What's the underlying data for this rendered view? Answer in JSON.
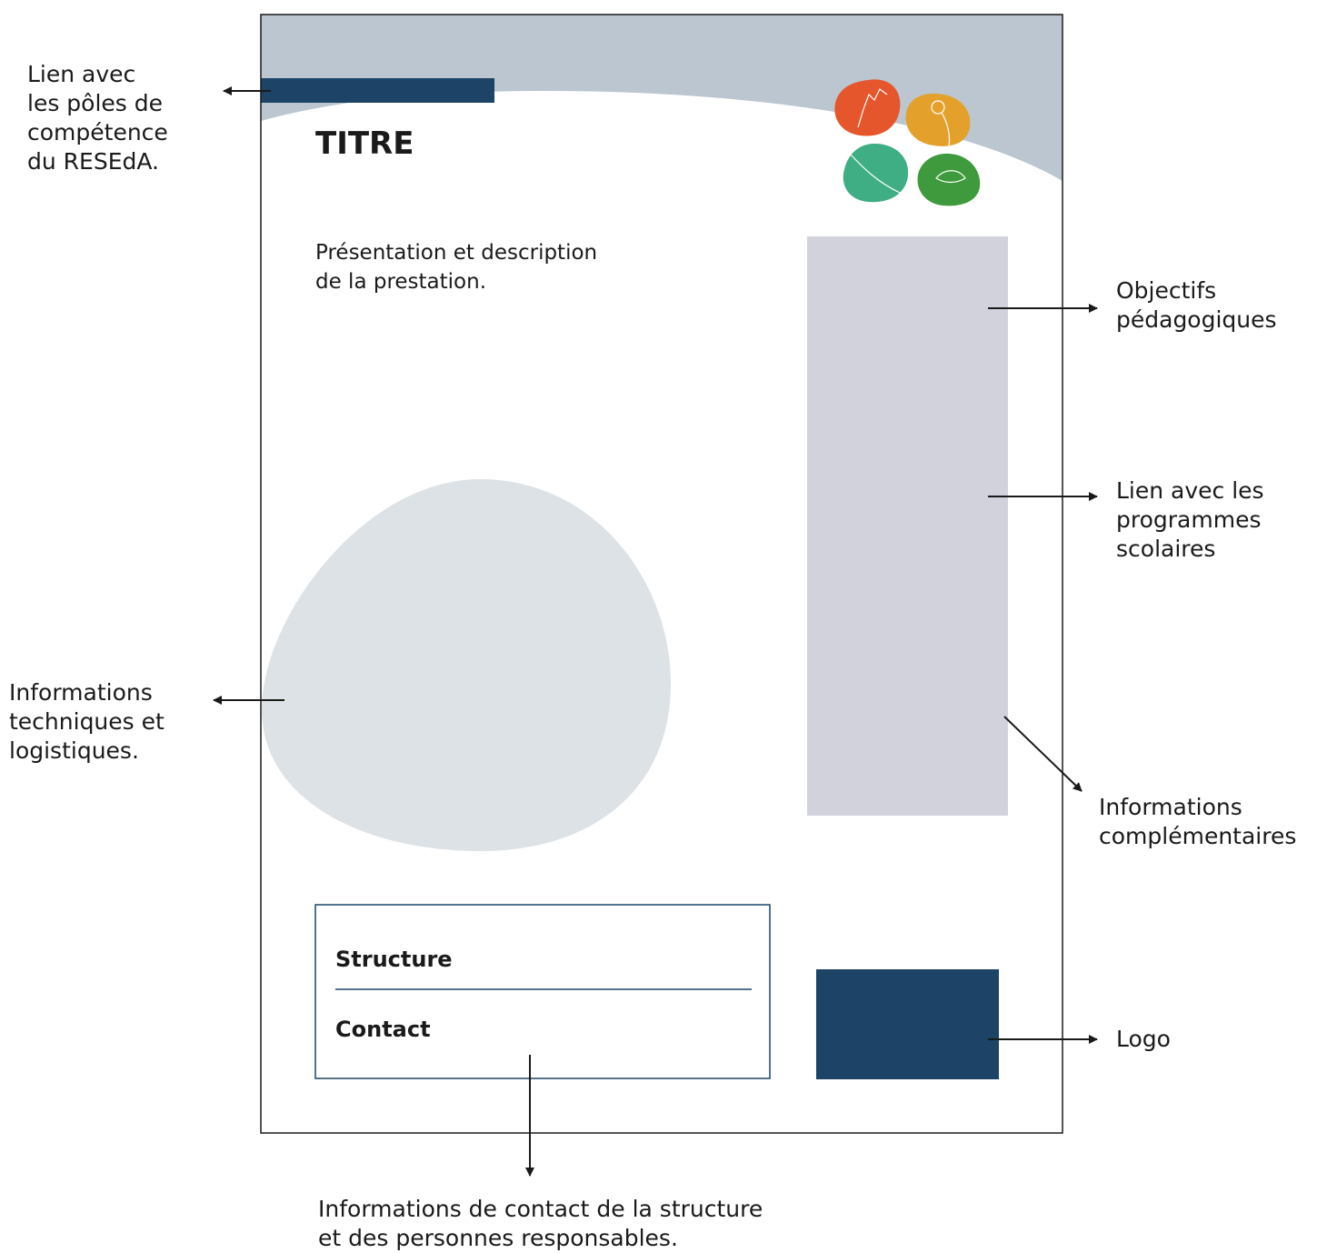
{
  "page": {
    "title": "TITRE",
    "description": [
      "Présentation et description",
      "de la prestation."
    ],
    "contact_box": {
      "structure_label": "Structure",
      "contact_label": "Contact"
    }
  },
  "annotations": {
    "poles": [
      "Lien avec",
      "les pôles de",
      "compétence",
      "du RESEdA."
    ],
    "objectifs": [
      "Objectifs",
      "pédagogiques"
    ],
    "programmes": [
      "Lien avec les",
      "programmes",
      "scolaires"
    ],
    "infos_techniques": [
      "Informations",
      "techniques et",
      "logistiques."
    ],
    "infos_complementaires": [
      "Informations",
      "complémentaires"
    ],
    "logo": "Logo",
    "contact_info": [
      "Informations de contact de la structure",
      "et des personnes responsables."
    ]
  },
  "colors": {
    "header_band": "#bbc6d0",
    "navy": "#1d4466",
    "side_panel": "#d1d2dc",
    "blob": "#dde2e6",
    "border": "#1a1a1a",
    "stone_red": "#e5562c",
    "stone_orange": "#e3a12c",
    "stone_teal": "#3fae84",
    "stone_green": "#3e9a3c"
  },
  "icons": {
    "pole_logo": "four-colored-stones-icon"
  }
}
